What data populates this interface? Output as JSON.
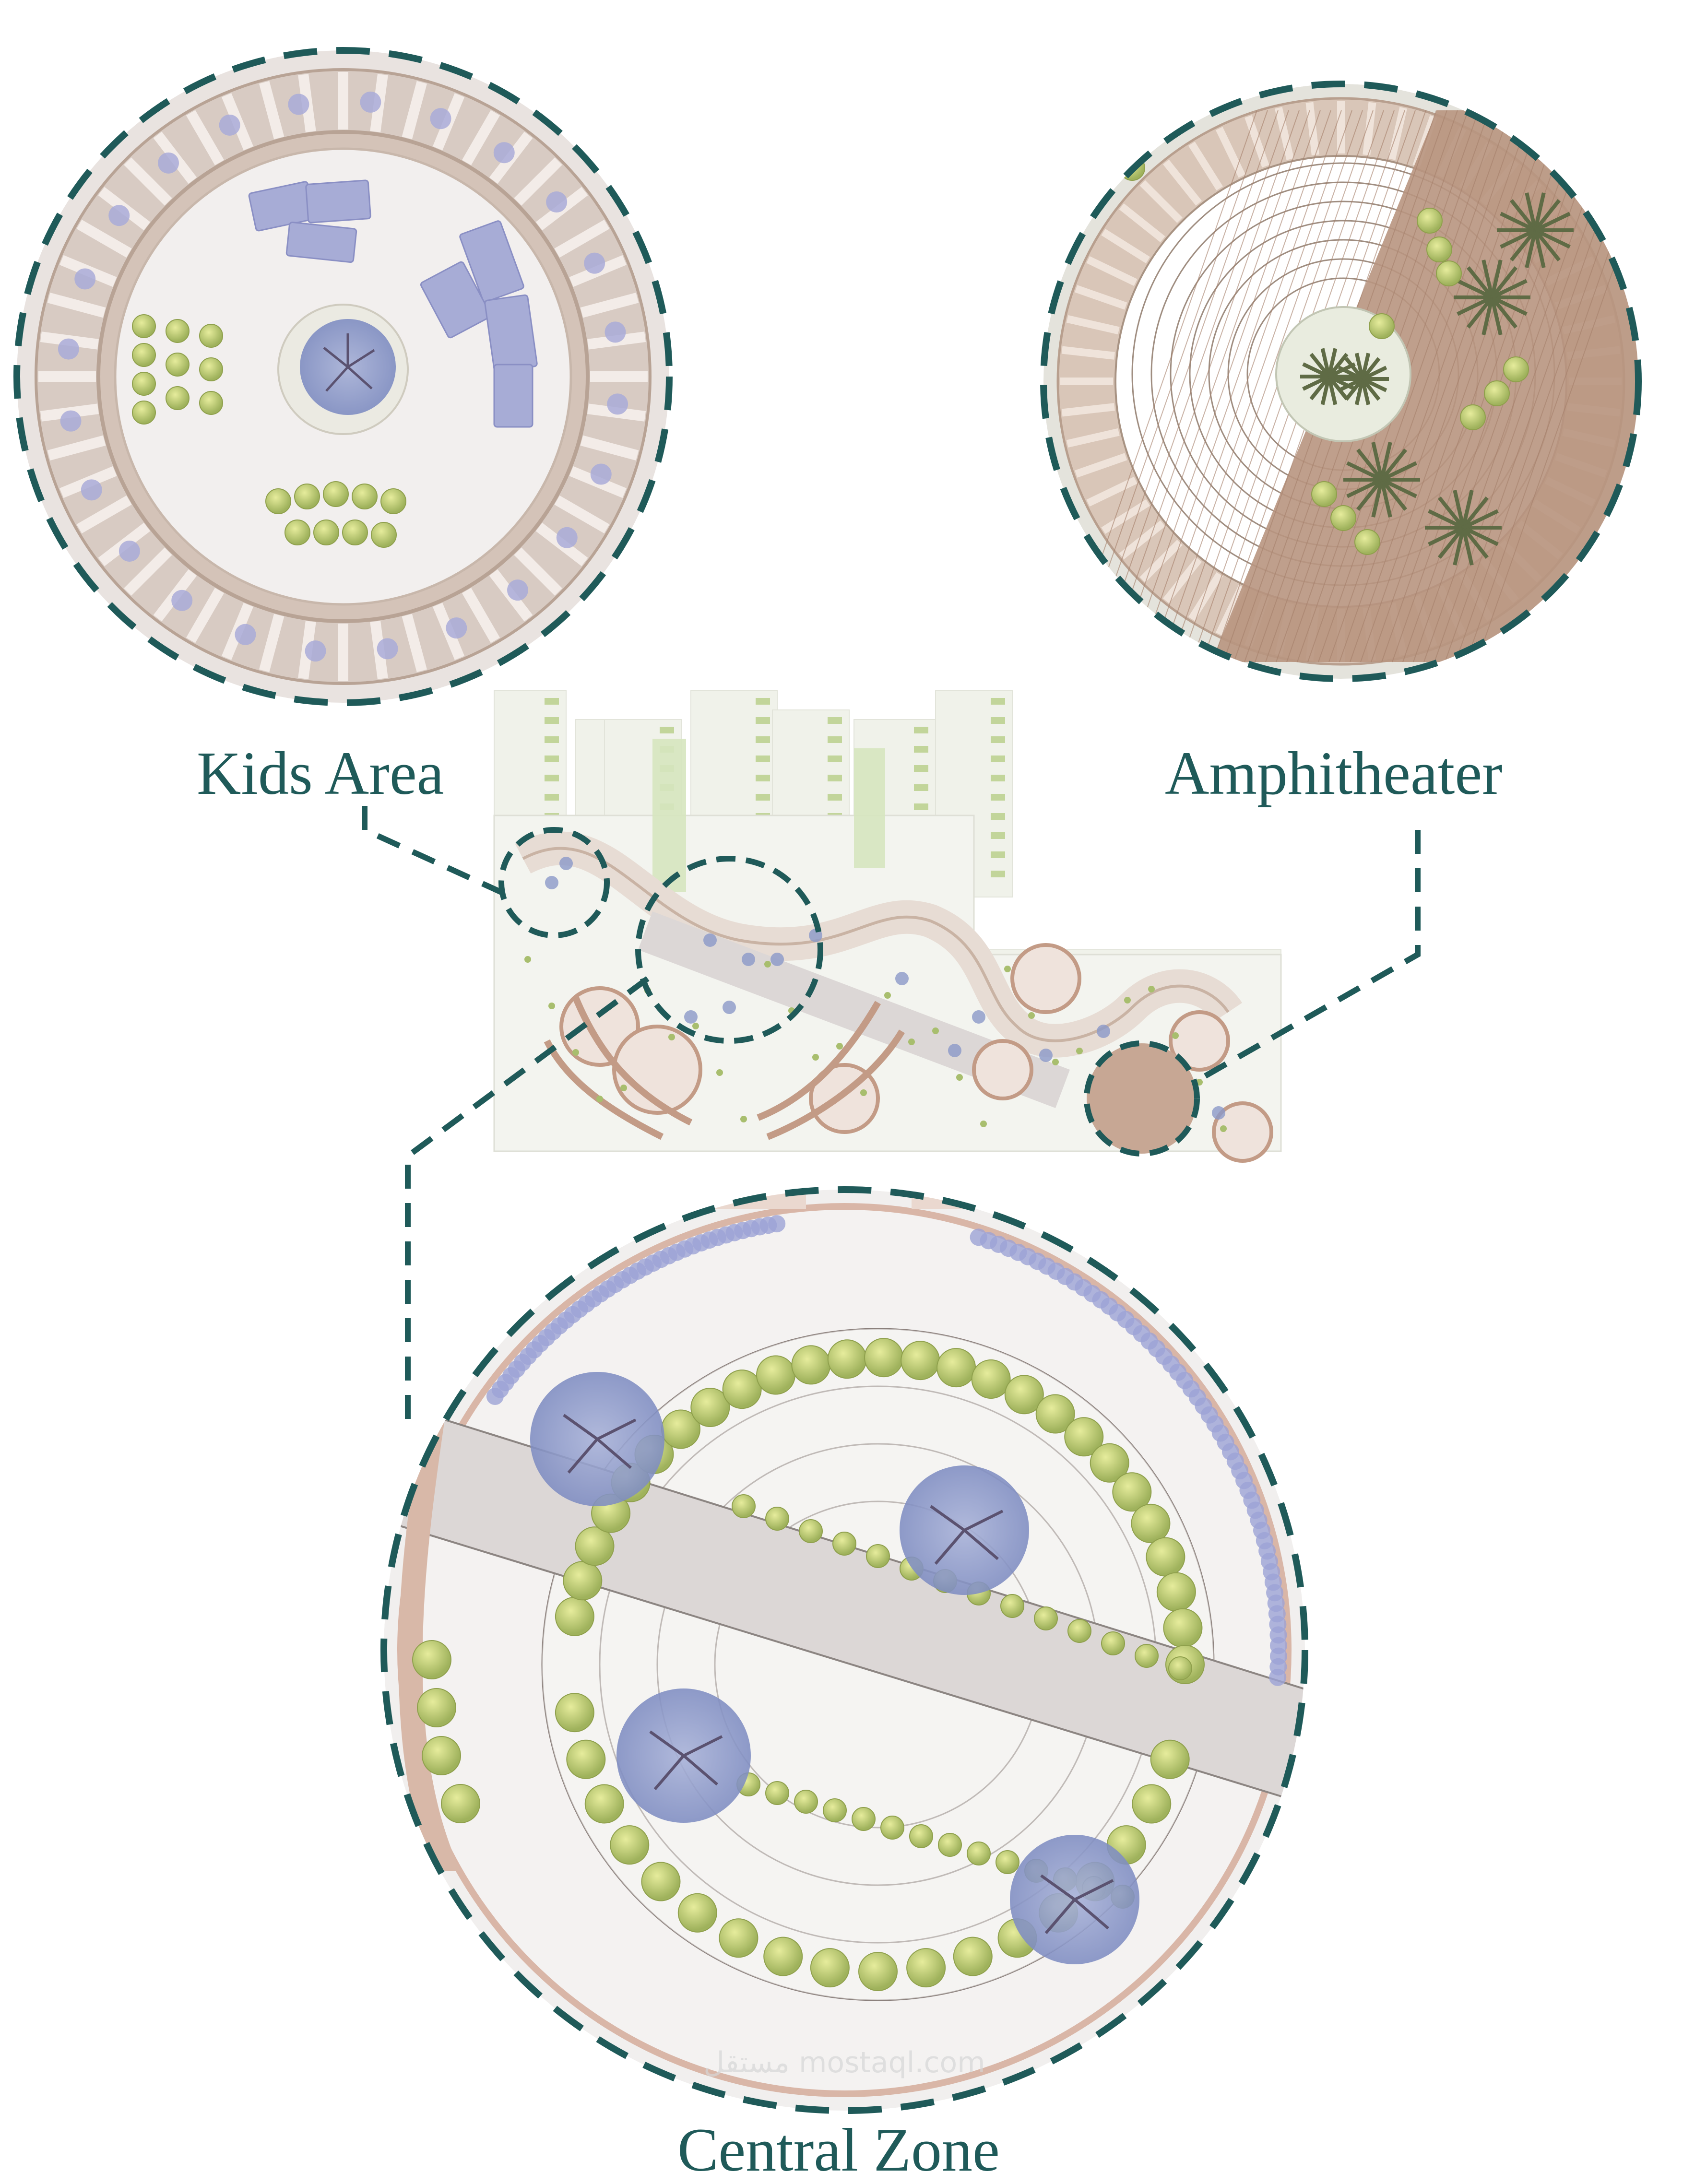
{
  "labels": {
    "kids_area": "Kids Area",
    "amphitheater": "Amphitheater",
    "central_zone": "Central Zone"
  },
  "watermark": "مستقل mostaql.com",
  "colors": {
    "accent_teal": "#1f5a59",
    "paving_light": "#f1efee",
    "timber": "#c9b3a4",
    "timber_dark": "#a98a76",
    "path_grey": "#dcd7d6",
    "shrub_green": "#b8c97a",
    "tree_blue": "#8b98c8",
    "lawn_green": "#c9dca7"
  },
  "icons": [
    "tree-canopy-icon",
    "shrub-icon",
    "palm-icon",
    "flower-bed-icon"
  ]
}
